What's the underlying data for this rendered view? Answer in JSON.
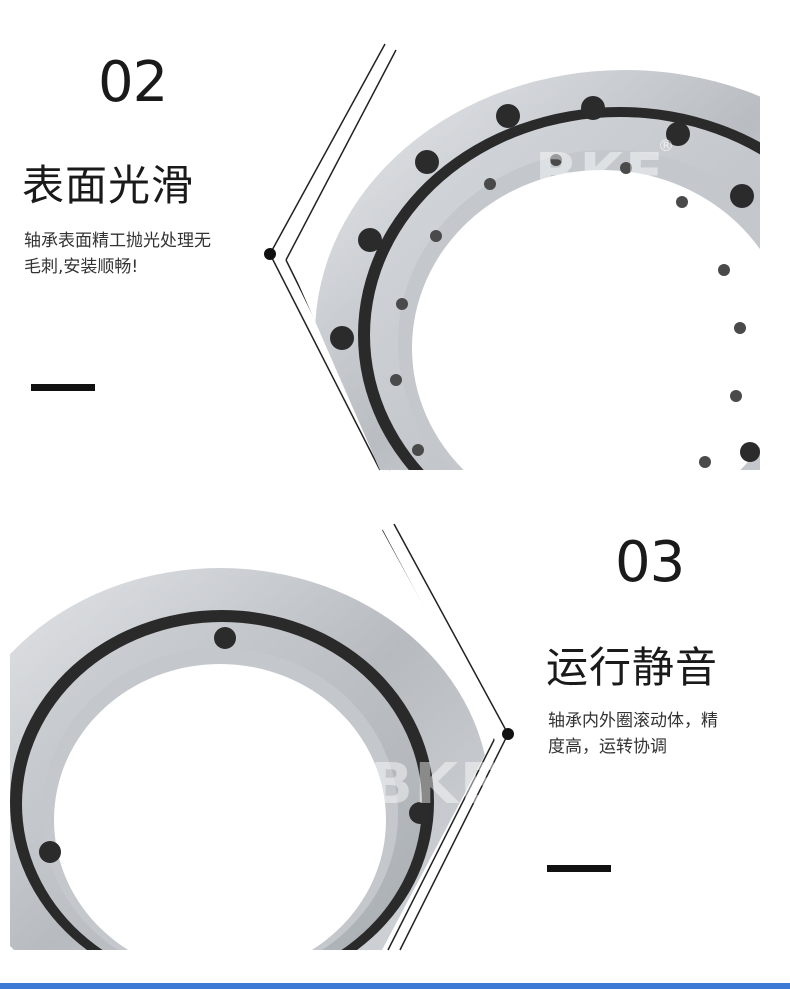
{
  "section1": {
    "number": "02",
    "title": "表面光滑",
    "desc_line1": "轴承表面精工抛光处理无",
    "desc_line2": "毛刺,安装顺畅!",
    "watermark": "BKE"
  },
  "section2": {
    "number": "03",
    "title": "运行静音",
    "desc_line1": "轴承内外圈滚动体，精",
    "desc_line2": "度高，运转协调",
    "watermark": "BKE"
  },
  "colors": {
    "text": "#1a1a1a",
    "accent_bar": "#3d7ad6",
    "steel": "#c9ccd0",
    "seal": "#2a2a2a"
  },
  "icons": [
    "registered-icon"
  ]
}
